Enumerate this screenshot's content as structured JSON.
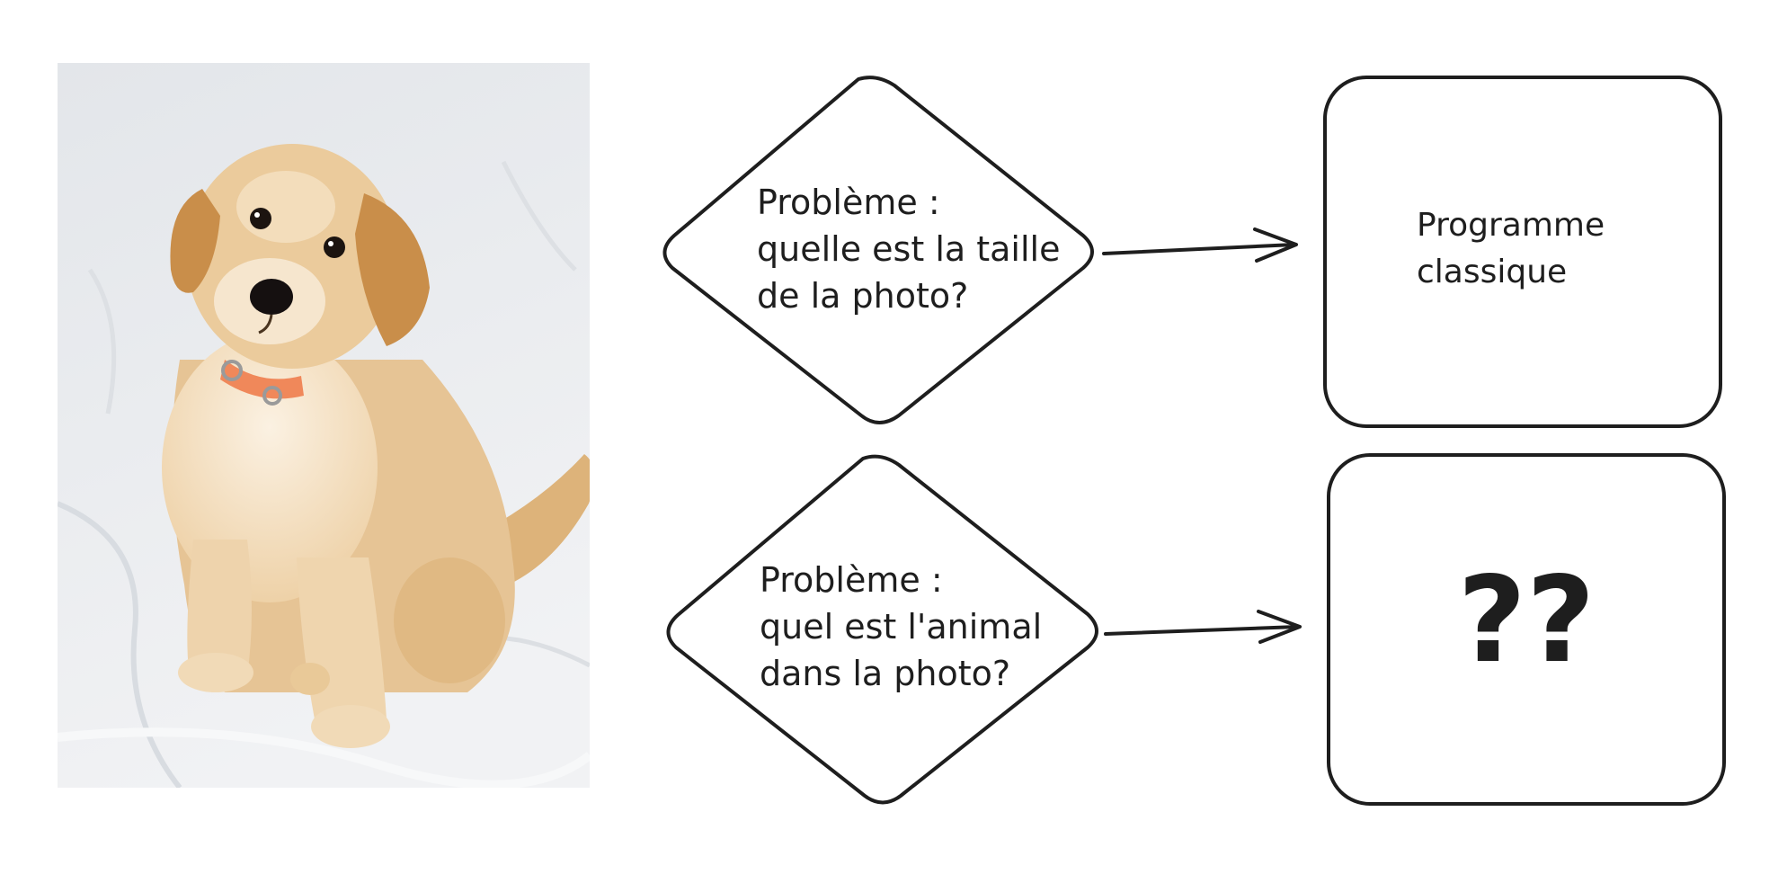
{
  "diagram": {
    "image": {
      "subject": "golden retriever puppy",
      "colors": {
        "fur": "#E3BD86",
        "fur_shadow": "#C9964F",
        "ears": "#C98E4A",
        "collar": "#F0885A",
        "background": "#E9EBEE"
      }
    },
    "rows": [
      {
        "question_lines": [
          "Problème :",
          "quelle est la taille",
          "de la photo?"
        ],
        "result_lines": [
          "Programme",
          "classique"
        ]
      },
      {
        "question_lines": [
          "Problème :",
          "quel est l'animal",
          "dans la photo?"
        ],
        "result_lines": [
          "??"
        ]
      }
    ],
    "colors": {
      "stroke": "#1e1e1e",
      "background": "#ffffff"
    }
  }
}
